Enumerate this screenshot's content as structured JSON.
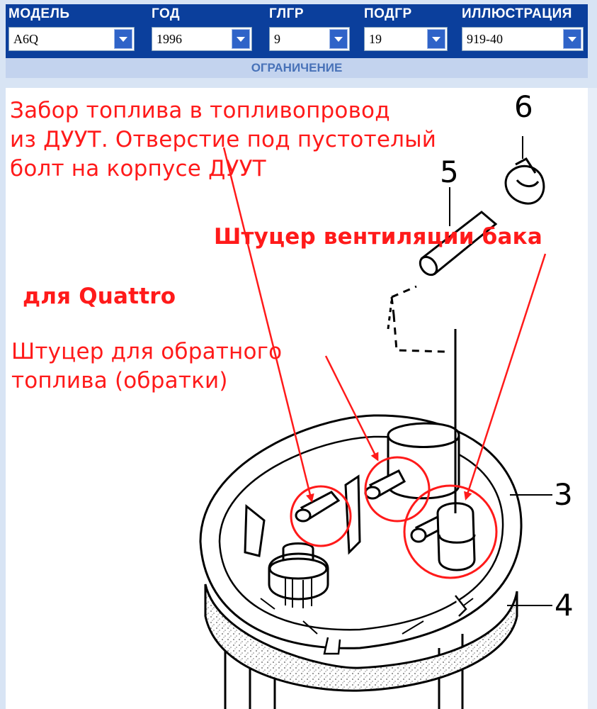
{
  "toolbar": {
    "fields": [
      {
        "label": "МОДЕЛЬ",
        "value": "A6Q"
      },
      {
        "label": "ГОД",
        "value": "1996"
      },
      {
        "label": "ГЛГР",
        "value": "9"
      },
      {
        "label": "ПОДГР",
        "value": "19"
      },
      {
        "label": "ИЛЛЮСТРАЦИЯ",
        "value": "919-40"
      }
    ],
    "restriction_label": "ОГРАНИЧЕНИЕ"
  },
  "annotations": {
    "fuel_intake": [
      "Забор топлива в топливопровод",
      "из ДУУТ. Отверстие под пустотелый",
      "болт на корпусе ДУУТ"
    ],
    "tank_vent": "Штуцер вентиляции бака",
    "quattro_note": "для Quattro",
    "return_fitting": [
      "Штуцер для обратного",
      "топлива (обратки)"
    ]
  },
  "part_numbers": [
    "6",
    "5",
    "3",
    "4"
  ],
  "colors": {
    "toolbar_bg": "#0b3f9c",
    "restriction_bar_bg": "#c3d3ee",
    "annotation_red": "#ff1a1a",
    "drawing_line": "#000000"
  }
}
